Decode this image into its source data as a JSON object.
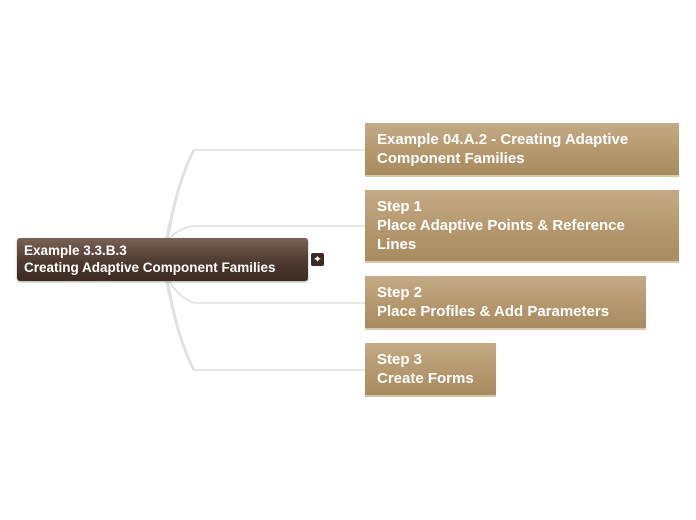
{
  "root": {
    "line1": "Example 3.3.B.3",
    "line2": "Creating Adaptive Component Families"
  },
  "children": [
    {
      "line1": "Example 04.A.2 - Creating Adaptive",
      "line2": "Component Families"
    },
    {
      "line1": "Step 1",
      "line2": "Place Adaptive Points & Reference",
      "line3": "Lines"
    },
    {
      "line1": "Step 2",
      "line2": "Place Profiles & Add Parameters"
    },
    {
      "line1": "Step 3",
      "line2": "Create Forms"
    }
  ],
  "toggle": {
    "icon": "collapse-icon",
    "glyph": "⌖"
  },
  "colors": {
    "root_bg": "#4e3a2f",
    "child_bg": "#b6996f",
    "connector": "#cccccc"
  }
}
